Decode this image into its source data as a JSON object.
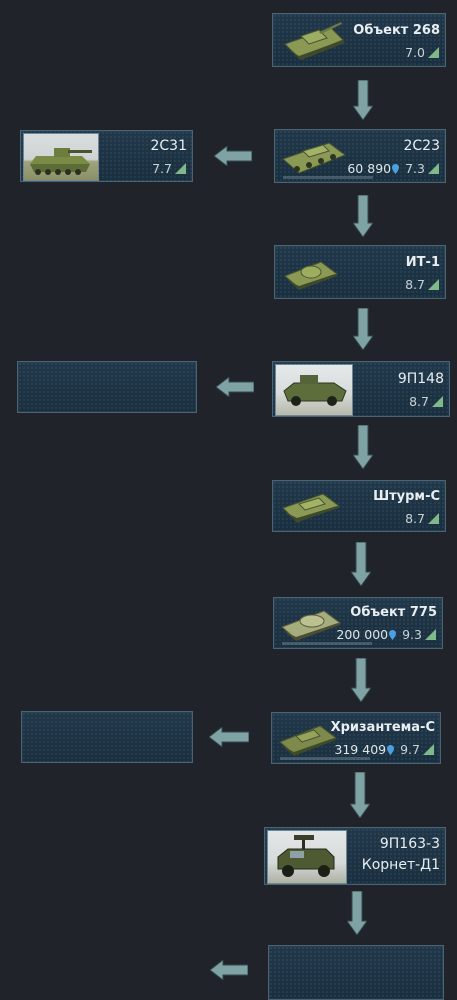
{
  "nodes": [
    {
      "id": "obj268",
      "name": "Объект 268",
      "br": "7.0"
    },
    {
      "id": "2s23",
      "name": "2С23",
      "cost": "60 890",
      "br": "7.3"
    },
    {
      "id": "2s31",
      "name": "2С31",
      "br": "7.7"
    },
    {
      "id": "it1",
      "name": "ИТ-1",
      "br": "8.7"
    },
    {
      "id": "9p148",
      "name": "9П148",
      "br": "8.7"
    },
    {
      "id": "shturm",
      "name": "Штурм-С",
      "br": "8.7"
    },
    {
      "id": "obj775",
      "name": "Объект 775",
      "cost": "200 000",
      "br": "9.3"
    },
    {
      "id": "khriz",
      "name": "Хризантема-С",
      "cost": "319 409",
      "br": "9.7"
    },
    {
      "id": "9p163",
      "name_line1": "9П163-3",
      "name_line2": "Корнет-Д1"
    }
  ],
  "colors": {
    "background": "#20242a",
    "card": "#1f3546",
    "card_border": "#4a6474",
    "arrow": "#7fa3a4",
    "tank": "#8a9a55"
  }
}
